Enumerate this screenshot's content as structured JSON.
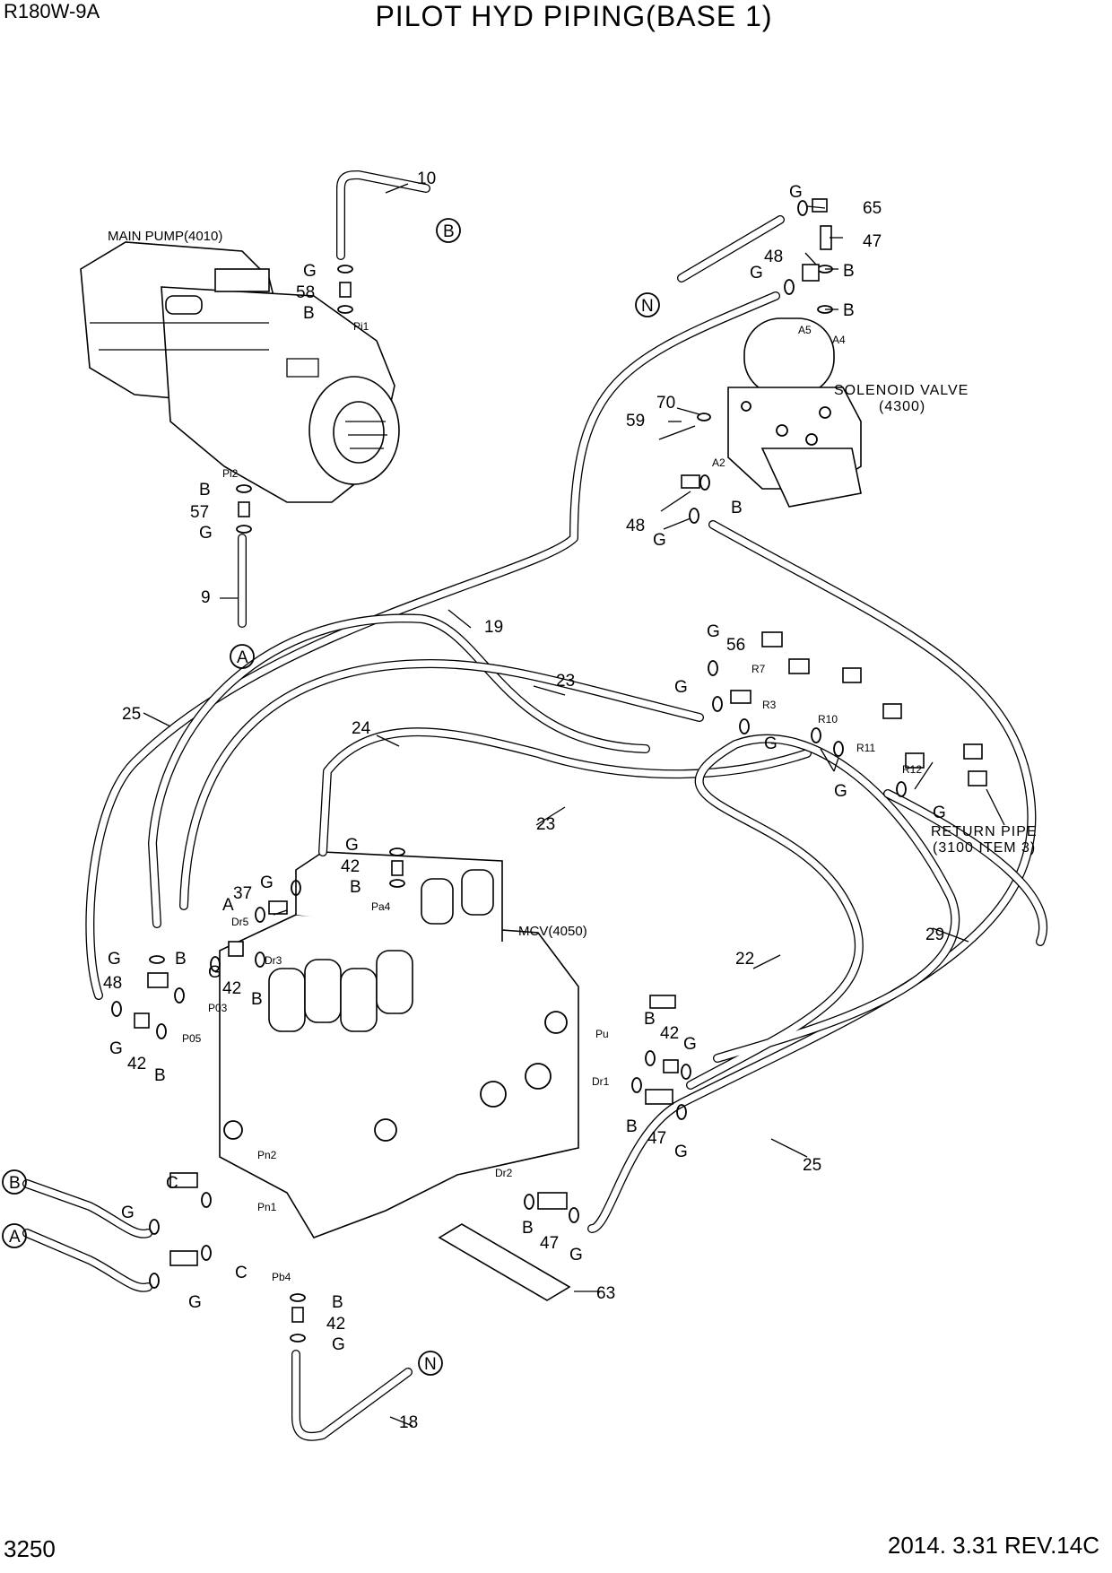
{
  "header": {
    "model": "R180W-9A",
    "title": "PILOT HYD PIPING(BASE 1)"
  },
  "footer": {
    "page": "3250",
    "revision": "2014. 3.31  REV.14C"
  },
  "components": {
    "main_pump": "MAIN PUMP(4010)",
    "solenoid_valve": [
      "SOLENOID VALVE",
      "(4300)"
    ],
    "mcv": "MCV(4050)",
    "return_pipe": [
      "RETURN PIPE",
      "(3100 ITEM 3)"
    ]
  },
  "connectors": {
    "a": "A",
    "b": "B",
    "n": "N"
  },
  "callouts": {
    "n10": "10",
    "n9": "9",
    "n58": "58",
    "n57": "57",
    "n65": "65",
    "n47": "47",
    "n48": "48",
    "n70": "70",
    "n59": "59",
    "n19": "19",
    "n56": "56",
    "n23": "23",
    "n24": "24",
    "n25": "25",
    "n37": "37",
    "n42": "42",
    "n22": "22",
    "n29": "29",
    "n18": "18",
    "n63": "63",
    "g": "G",
    "b": "B",
    "a": "A",
    "c": "C"
  },
  "ports": {
    "pi1": "Pi1",
    "pi2": "Pi2",
    "a5": "A5",
    "a4": "A4",
    "a2": "A2",
    "r7": "R7",
    "r3": "R3",
    "r10": "R10",
    "r11": "R11",
    "r12": "R12",
    "pa4": "Pa4",
    "dr5": "Dr5",
    "dr3": "Dr3",
    "p03": "P03",
    "p05": "P05",
    "pu": "Pu",
    "dr1": "Dr1",
    "dr2": "Dr2",
    "pn2": "Pn2",
    "pn1": "Pn1",
    "pb4": "Pb4"
  }
}
